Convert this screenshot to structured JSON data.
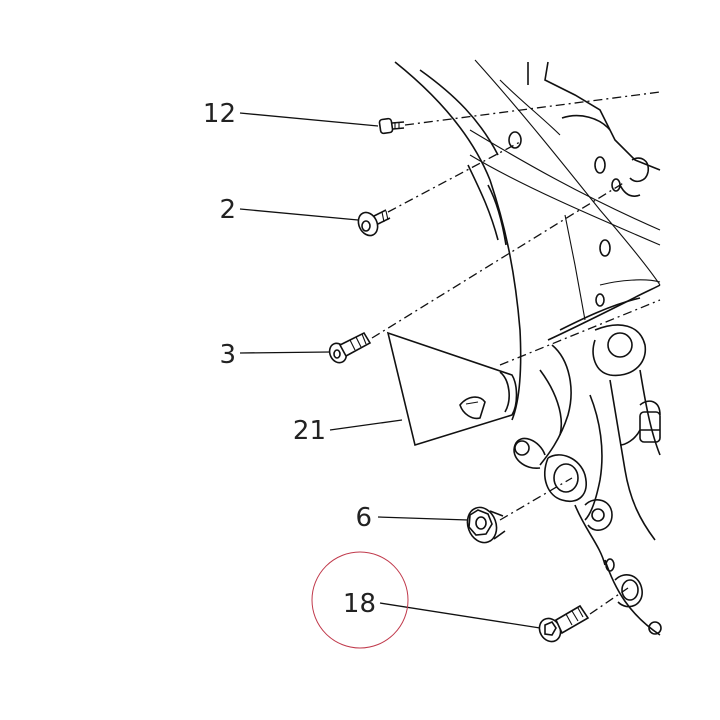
{
  "callouts": [
    {
      "id": "12",
      "label": "12"
    },
    {
      "id": "2",
      "label": "2"
    },
    {
      "id": "3",
      "label": "3"
    },
    {
      "id": "21",
      "label": "21"
    },
    {
      "id": "6",
      "label": "6"
    },
    {
      "id": "18",
      "label": "18"
    }
  ],
  "highlight": {
    "callout": "18",
    "color": "#c0394b"
  },
  "colors": {
    "line": "#111111",
    "background": "#ffffff"
  }
}
